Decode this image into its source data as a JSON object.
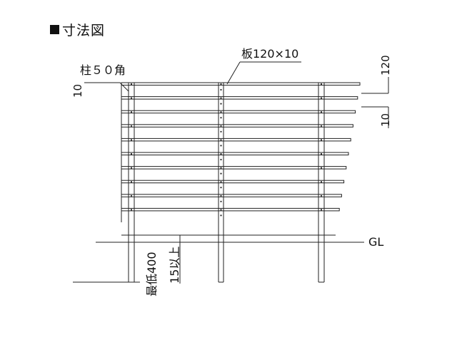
{
  "heading": "寸法図",
  "labels": {
    "post": "柱５０角",
    "board": "板120×10",
    "gap_top": "10",
    "board_pitch": "120",
    "board_gap": "10",
    "ground": "GL",
    "min_depth": "最低400",
    "embed": "15以上"
  },
  "fence": {
    "board_count": 10,
    "post_count": 3
  }
}
